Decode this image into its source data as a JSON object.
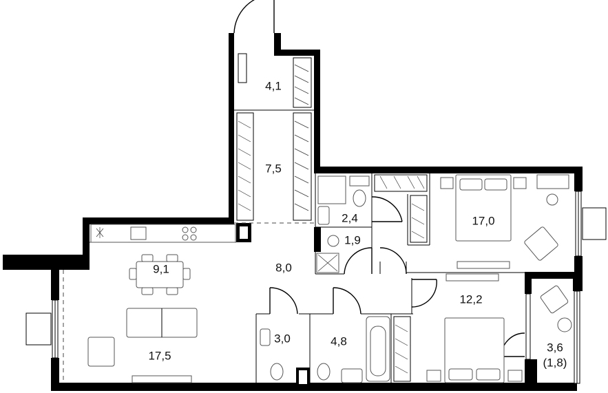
{
  "plan": {
    "wall_color": "#000000",
    "background": "#ffffff",
    "rooms": [
      {
        "id": "vestibule",
        "area": "4,1"
      },
      {
        "id": "corridor-upper",
        "area": "7,5"
      },
      {
        "id": "kitchen-dining",
        "area": "9,1"
      },
      {
        "id": "hall",
        "area": "8,0"
      },
      {
        "id": "living-room",
        "area": "17,5"
      },
      {
        "id": "bathroom-small",
        "area": "2,4"
      },
      {
        "id": "laundry",
        "area": "1,9"
      },
      {
        "id": "bedroom-main",
        "area": "17,0"
      },
      {
        "id": "bedroom-second",
        "area": "12,2"
      },
      {
        "id": "toilet",
        "area": "3,0"
      },
      {
        "id": "bathroom",
        "area": "4,8"
      },
      {
        "id": "balcony",
        "area": "3,6",
        "sub_area": "(1,8)"
      }
    ]
  }
}
